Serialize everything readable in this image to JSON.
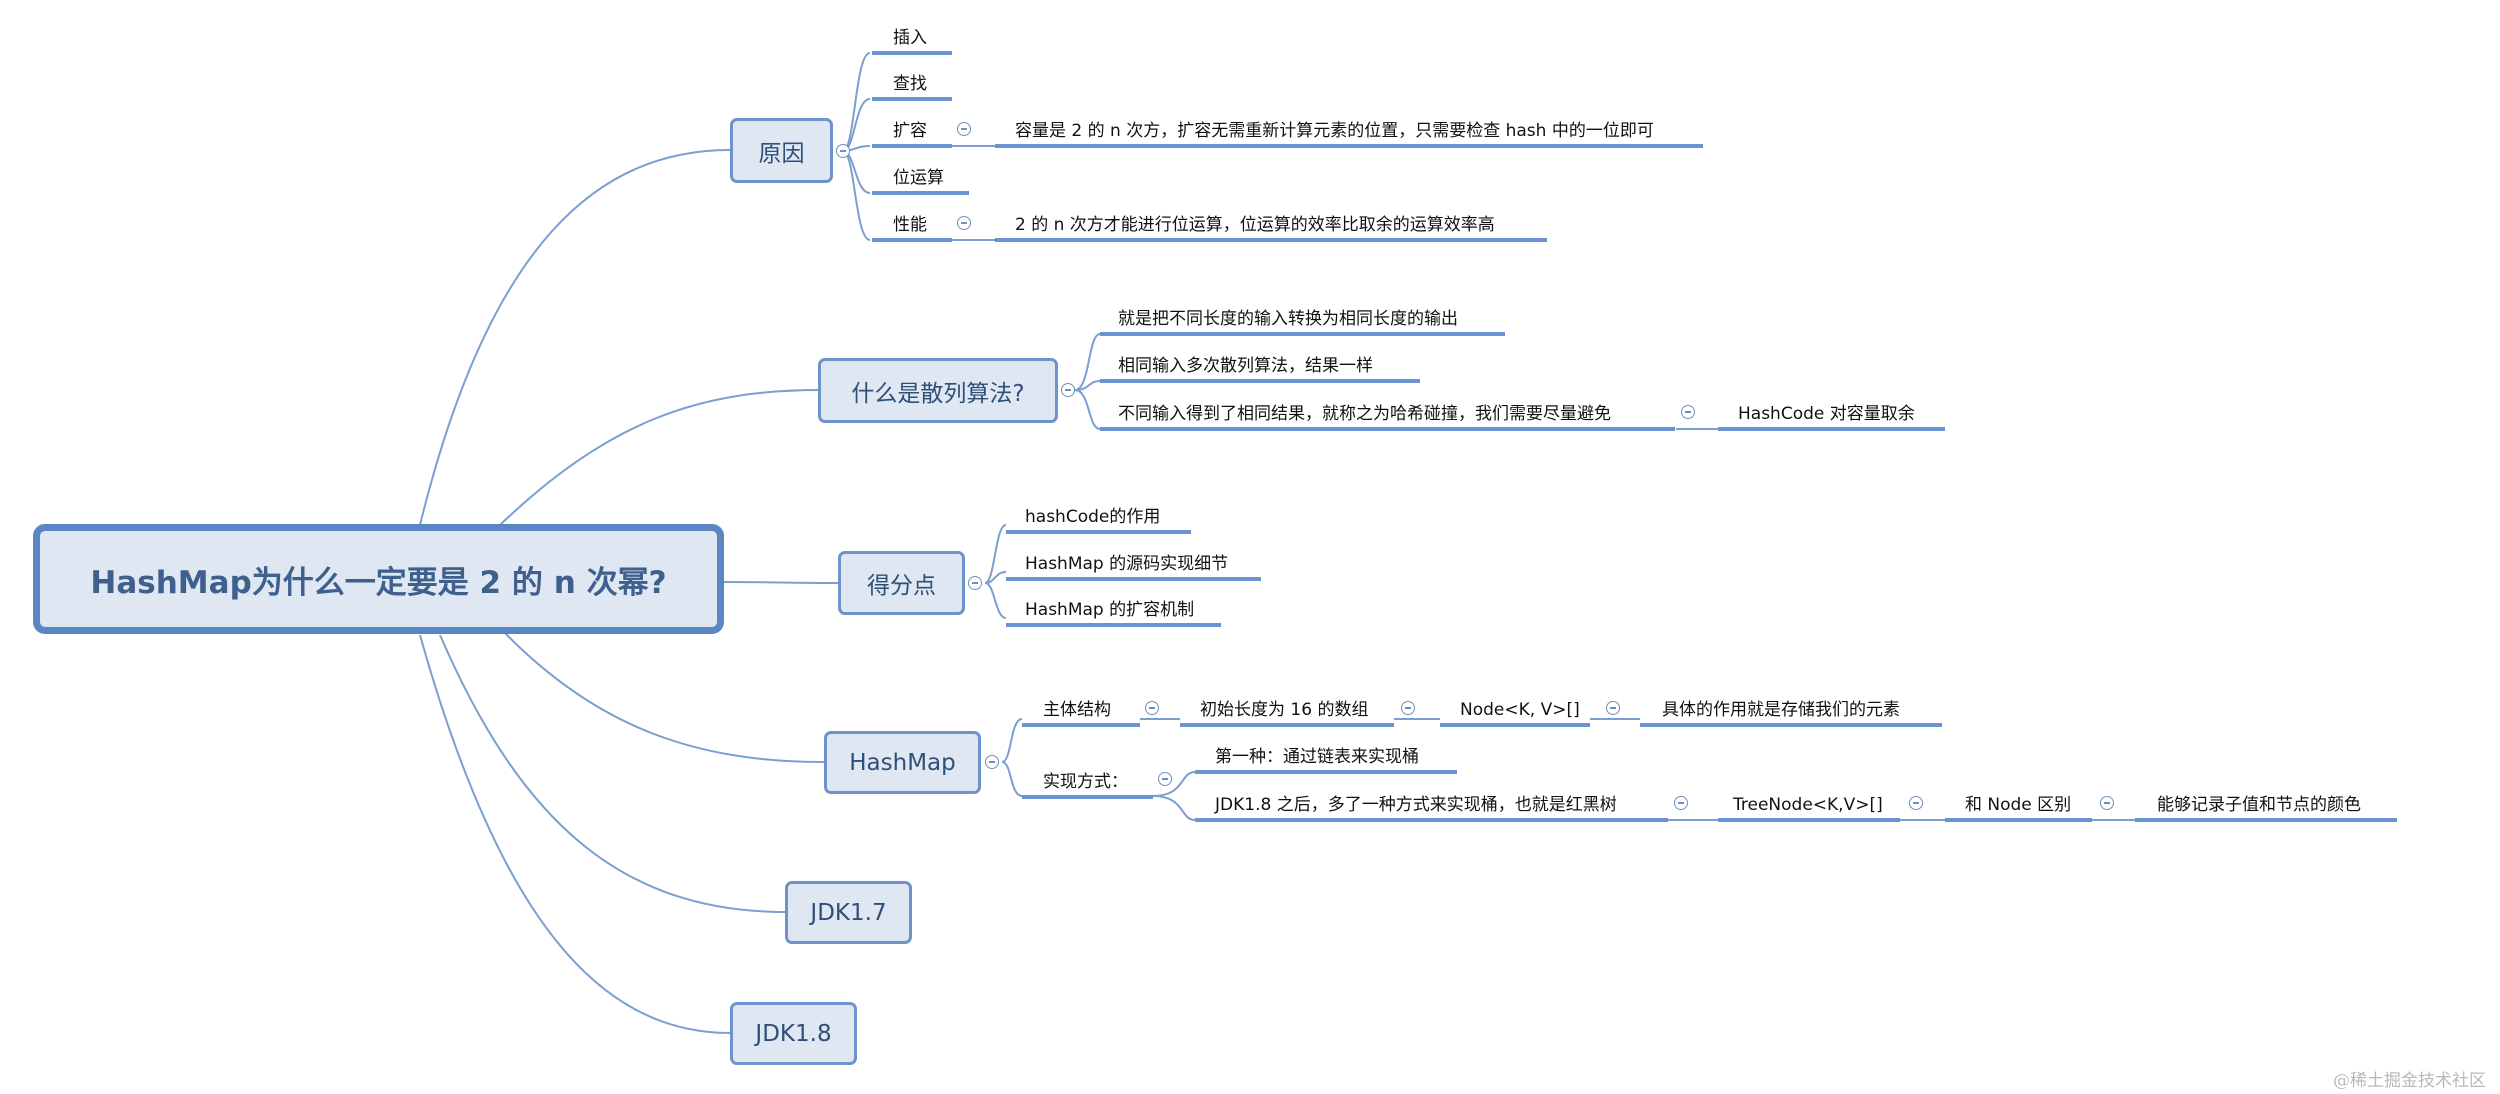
{
  "root": {
    "label": "HashMap为什么一定要是 2 的 n 次幂?"
  },
  "branches": {
    "yuanyin": {
      "label": "原因",
      "items": [
        "插入",
        "查找",
        "扩容",
        "位运算",
        "性能"
      ],
      "expand_detail": "容量是 2 的 n 次方，扩容无需重新计算元素的位置，只需要检查 hash 中的一位即可",
      "perf_detail": "2 的 n 次方才能进行位运算，位运算的效率比取余的运算效率高"
    },
    "sanlie": {
      "label": "什么是散列算法?",
      "items": [
        "就是把不同长度的输入转换为相同长度的输出",
        "相同输入多次散列算法，结果一样",
        "不同输入得到了相同结果，就称之为哈希碰撞，我们需要尽量避免"
      ],
      "collision_detail": "HashCode 对容量取余"
    },
    "defen": {
      "label": "得分点",
      "items": [
        "hashCode的作用",
        "HashMap 的源码实现细节",
        "HashMap 的扩容机制"
      ]
    },
    "hashmap": {
      "label": "HashMap",
      "main_structure": "主体结构",
      "init_length": "初始长度为 16 的数组",
      "node_type": "Node<K, V>[]",
      "node_purpose": "具体的作用就是存储我们的元素",
      "impl": "实现方式：",
      "impl_first": "第一种：通过链表来实现桶",
      "impl_second": "JDK1.8 之后，多了一种方式来实现桶，也就是红黑树",
      "treenode": "TreeNode<K,V>[]",
      "diff": "和 Node 区别",
      "diff_detail": "能够记录子值和节点的颜色"
    },
    "jdk17": {
      "label": "JDK1.7"
    },
    "jdk18": {
      "label": "JDK1.8"
    }
  },
  "watermark": "@稀土掘金技术社区",
  "colors": {
    "line": "#6d93c8",
    "underline": "#6a93cf",
    "box_fill": "#dfe7f3"
  }
}
